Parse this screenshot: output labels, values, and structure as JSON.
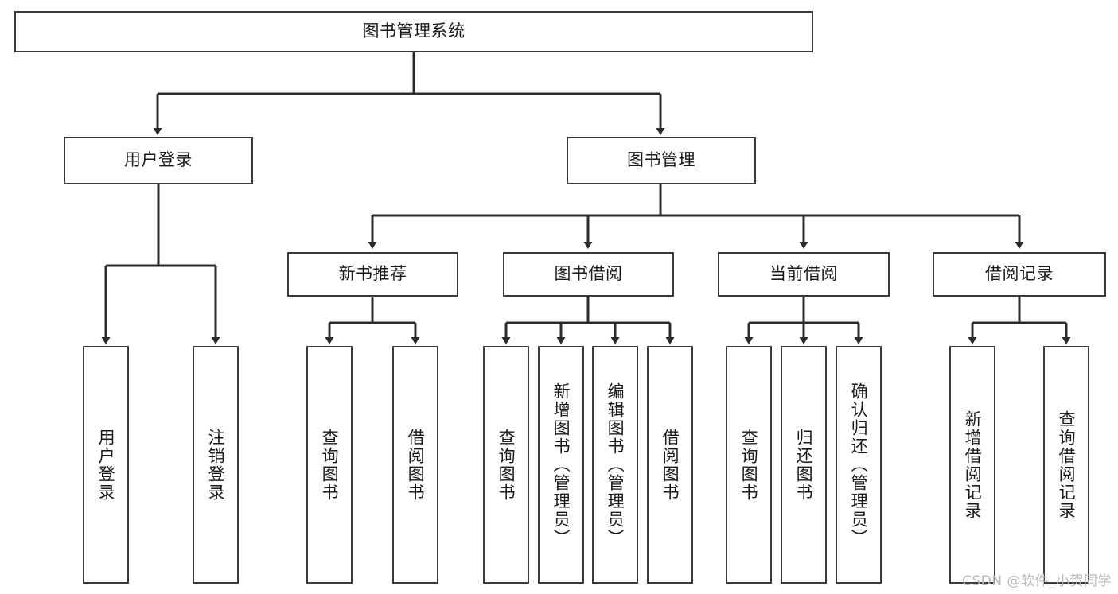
{
  "diagram": {
    "title": "图书管理系统",
    "type": "tree",
    "root": {
      "id": "root",
      "label": "图书管理系统",
      "orientation": "horizontal"
    },
    "level1": [
      {
        "id": "user-login",
        "label": "用户登录",
        "orientation": "horizontal"
      },
      {
        "id": "book-manage",
        "label": "图书管理",
        "orientation": "horizontal"
      }
    ],
    "level2": [
      {
        "id": "new-book-rec",
        "label": "新书推荐",
        "parent": "book-manage",
        "orientation": "horizontal"
      },
      {
        "id": "book-borrow",
        "label": "图书借阅",
        "parent": "book-manage",
        "orientation": "horizontal"
      },
      {
        "id": "current-borrow",
        "label": "当前借阅",
        "parent": "book-manage",
        "orientation": "horizontal"
      },
      {
        "id": "borrow-record",
        "label": "借阅记录",
        "parent": "book-manage",
        "orientation": "horizontal"
      }
    ],
    "leaves": [
      {
        "id": "leaf-user-login",
        "label": "用户登录",
        "parent": "user-login",
        "orientation": "vertical"
      },
      {
        "id": "leaf-user-logout",
        "label": "注销登录",
        "parent": "user-login",
        "orientation": "vertical"
      },
      {
        "id": "leaf-query-book-1",
        "label": "查询图书",
        "parent": "new-book-rec",
        "orientation": "vertical"
      },
      {
        "id": "leaf-borrow-book-1",
        "label": "借阅图书",
        "parent": "new-book-rec",
        "orientation": "vertical"
      },
      {
        "id": "leaf-query-book-2",
        "label": "查询图书",
        "parent": "book-borrow",
        "orientation": "vertical"
      },
      {
        "id": "leaf-add-book",
        "label": "新增图书（管理员）",
        "parent": "book-borrow",
        "orientation": "vertical"
      },
      {
        "id": "leaf-edit-book",
        "label": "编辑图书（管理员）",
        "parent": "book-borrow",
        "orientation": "vertical"
      },
      {
        "id": "leaf-borrow-book-2",
        "label": "借阅图书",
        "parent": "book-borrow",
        "orientation": "vertical"
      },
      {
        "id": "leaf-query-book-3",
        "label": "查询图书",
        "parent": "current-borrow",
        "orientation": "vertical"
      },
      {
        "id": "leaf-return-book",
        "label": "归还图书",
        "parent": "current-borrow",
        "orientation": "vertical"
      },
      {
        "id": "leaf-confirm-return",
        "label": "确认归还（管理员）",
        "parent": "current-borrow",
        "orientation": "vertical"
      },
      {
        "id": "leaf-add-record",
        "label": "新增借阅记录",
        "parent": "borrow-record",
        "orientation": "vertical"
      },
      {
        "id": "leaf-query-record",
        "label": "查询借阅记录",
        "parent": "borrow-record",
        "orientation": "vertical"
      }
    ],
    "colors": {
      "border": "#3a3a3a",
      "edge": "#2b2b2b",
      "background": "#ffffff",
      "text": "#1a1a1a",
      "watermark": "#b9b9b9"
    }
  },
  "watermark": {
    "text": "CSDN @软件_小贺同学"
  }
}
